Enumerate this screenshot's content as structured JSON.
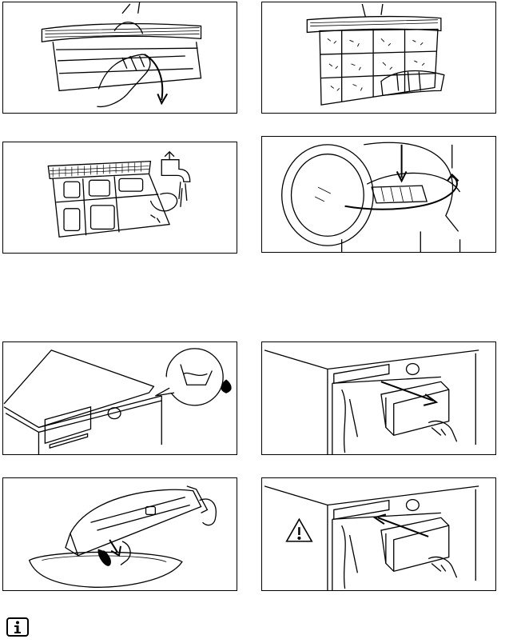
{
  "page": {
    "panels": [
      {
        "id": "p1",
        "depicts": "lifting-filter-handle"
      },
      {
        "id": "p2",
        "depicts": "opening-filter-cassette"
      },
      {
        "id": "p3",
        "depicts": "rinsing-filter-under-tap"
      },
      {
        "id": "p4",
        "depicts": "reinserting-filter-in-door"
      },
      {
        "id": "p5",
        "depicts": "water-container-full-indicator"
      },
      {
        "id": "p6",
        "depicts": "pulling-out-water-container"
      },
      {
        "id": "p7",
        "depicts": "emptying-water-container"
      },
      {
        "id": "p8",
        "depicts": "pushing-in-water-container"
      }
    ],
    "icons": {
      "full_container": "water-container-full-icon",
      "warning": "warning-triangle-icon",
      "info": "info-icon"
    },
    "colors": {
      "line": "#000000",
      "background": "#ffffff"
    }
  }
}
